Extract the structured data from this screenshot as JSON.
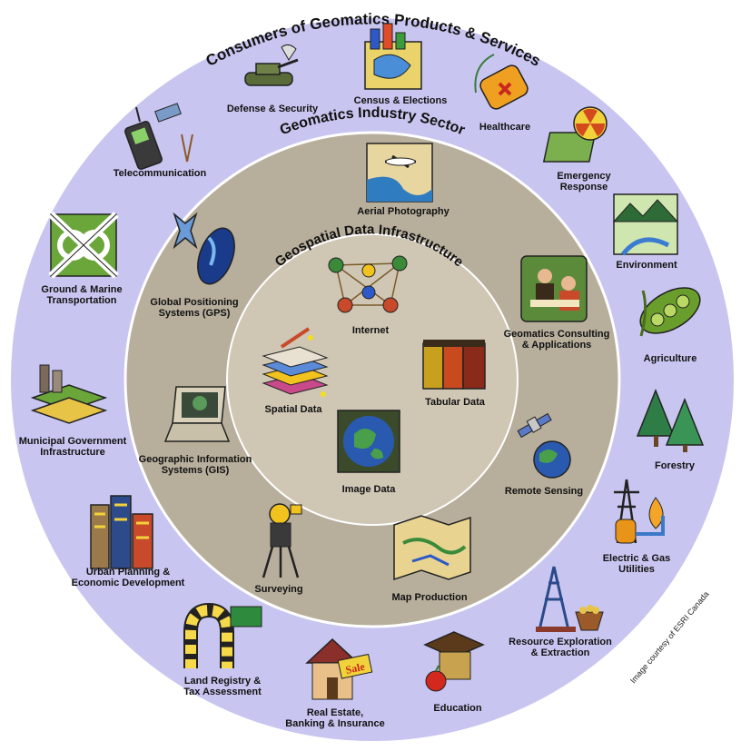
{
  "rings": {
    "outer_title": "Consumers of Geomatics Products & Services",
    "middle_title": "Geomatics Industry Sector",
    "inner_title": "Geospatial Data Infrastructure"
  },
  "outer_items": {
    "defense": "Defense & Security",
    "census": "Census & Elections",
    "healthcare": "Healthcare",
    "emergency_1": "Emergency",
    "emergency_2": "Response",
    "environment": "Environment",
    "agriculture": "Agriculture",
    "forestry": "Forestry",
    "electric_1": "Electric & Gas",
    "electric_2": "Utilities",
    "resource_1": "Resource Exploration",
    "resource_2": "& Extraction",
    "education": "Education",
    "realestate_1": "Real Estate,",
    "realestate_2": "Banking & Insurance",
    "land_1": "Land Registry &",
    "land_2": "Tax Assessment",
    "urban_1": "Urban Planning &",
    "urban_2": "Economic Development",
    "municipal_1": "Municipal Government",
    "municipal_2": "Infrastructure",
    "transport_1": "Ground & Marine",
    "transport_2": "Transportation",
    "telecom": "Telecommunication"
  },
  "middle_items": {
    "aerial": "Aerial Photography",
    "consulting_1": "Geomatics Consulting",
    "consulting_2": "& Applications",
    "remote": "Remote Sensing",
    "mapprod": "Map Production",
    "surveying": "Surveying",
    "gis_1": "Geographic Information",
    "gis_2": "Systems (GIS)",
    "gps_1": "Global Positioning",
    "gps_2": "Systems (GPS)"
  },
  "inner_items": {
    "internet": "Internet",
    "tabular": "Tabular Data",
    "image": "Image Data",
    "spatial": "Spatial Data"
  },
  "credit": "Image courtesy of ESRI Canada",
  "colors": {
    "outer_ring": "#c8c6f0",
    "middle_ring": "#b7ae9c",
    "inner_ring": "#cfc6b4",
    "border": "#ffffff"
  }
}
